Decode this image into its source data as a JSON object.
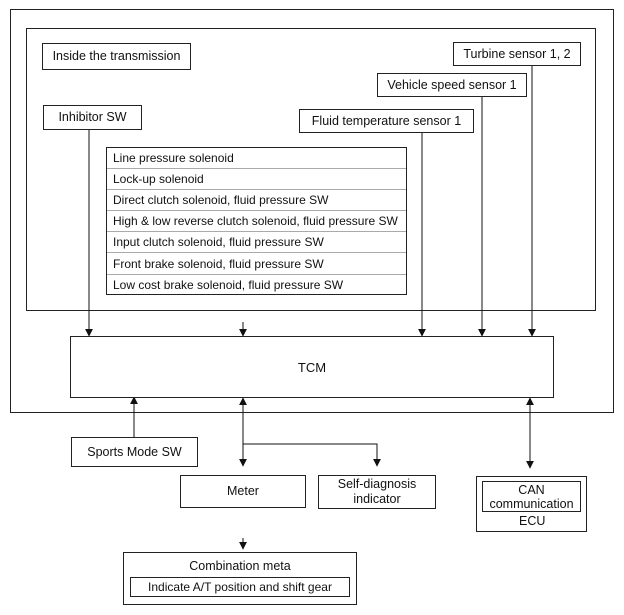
{
  "inside_label": "Inside the transmission",
  "sensors": {
    "inhibitor": "Inhibitor SW",
    "fluid_temp": "Fluid temperature sensor 1",
    "vehicle_speed": "Vehicle speed sensor 1",
    "turbine": "Turbine sensor 1, 2"
  },
  "solenoids": [
    "Line pressure solenoid",
    "Lock-up solenoid",
    "Direct clutch solenoid, fluid pressure SW",
    "High & low reverse clutch solenoid, fluid pressure SW",
    "Input clutch solenoid, fluid pressure SW",
    "Front brake solenoid, fluid pressure SW",
    "Low cost brake solenoid, fluid pressure SW"
  ],
  "tcm": "TCM",
  "sports_mode": "Sports Mode SW",
  "meter": "Meter",
  "self_diagnosis": {
    "line1": "Self-diagnosis",
    "line2": "indicator"
  },
  "ecu": {
    "can": {
      "line1": "CAN",
      "line2": "communication"
    },
    "label": "ECU"
  },
  "combination": {
    "title": "Combination meta",
    "inner": "Indicate A/T position and shift gear"
  }
}
